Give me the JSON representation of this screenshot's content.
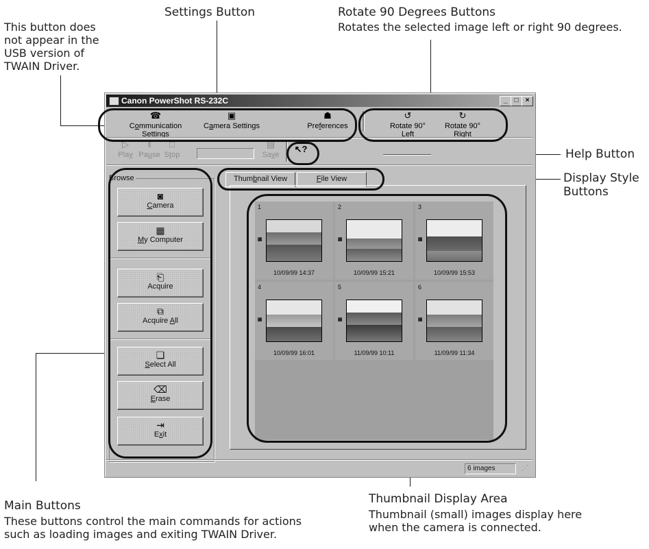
{
  "callouts": {
    "settings": {
      "title": "Settings Button"
    },
    "rotate": {
      "title": "Rotate 90 Degrees Buttons",
      "desc": "Rotates the selected image left or right 90 degrees."
    },
    "usb_note": {
      "lines": [
        "This button does",
        "not appear in the",
        "USB version of",
        "TWAIN Driver."
      ]
    },
    "help": {
      "title": "Help Button"
    },
    "display_style": {
      "lines": [
        "Display Style",
        "Buttons"
      ]
    },
    "main_buttons": {
      "title": "Main Buttons",
      "lines": [
        "These buttons control the main commands for actions",
        "such as loading images and exiting TWAIN Driver."
      ]
    },
    "thumb_area": {
      "title": "Thumbnail Display Area",
      "lines": [
        "Thumbnail (small) images display here",
        "when the camera is connected."
      ]
    }
  },
  "window": {
    "title": "Canon PowerShot RS-232C",
    "toolbar": {
      "comm_pre": "C",
      "comm_u": "o",
      "comm_post": "mmunication Settings",
      "camera_pre": "C",
      "camera_u": "a",
      "camera_post": "mera Settings",
      "pref_pre": "Pre",
      "pref_u": "f",
      "pref_post": "erences",
      "rleft_pre": "Rotate 90° ",
      "rleft_u": "L",
      "rleft_post": "eft",
      "rright_pre": "Rotate 90° ",
      "rright_u": "R",
      "rright_post": "ight"
    },
    "playbar": {
      "play_pre": "Pla",
      "play_u": "y",
      "pause_pre": "Pa",
      "pause_u": "u",
      "pause_post": "se",
      "stop_pre": "S",
      "stop_u": "t",
      "stop_post": "op",
      "save_pre": "Sa",
      "save_u": "v",
      "save_post": "e",
      "help_glyph": "↖?"
    },
    "browse": {
      "label": "Browse",
      "camera_u": "C",
      "camera_post": "amera",
      "mycomputer_u": "M",
      "mycomputer_post": "y Computer",
      "acquire": "Acquire",
      "acquire_all_pre": "Acquire ",
      "acquire_all_u": "A",
      "acquire_all_post": "ll",
      "select_all_u": "S",
      "select_all_post": "elect All",
      "erase_u": "E",
      "erase_post": "rase",
      "exit_pre": "E",
      "exit_u": "x",
      "exit_post": "it"
    },
    "tabs": {
      "thumb_pre": "Thum",
      "thumb_u": "b",
      "thumb_post": "nail View",
      "file_u": "F",
      "file_post": "ile View"
    },
    "thumbnails": [
      {
        "num": "1",
        "date": "10/09/99 14:37"
      },
      {
        "num": "2",
        "date": "10/09/99 15:21"
      },
      {
        "num": "3",
        "date": "10/09/99 15:53"
      },
      {
        "num": "4",
        "date": "10/09/99 16:01"
      },
      {
        "num": "5",
        "date": "11/09/99 10:11"
      },
      {
        "num": "6",
        "date": "11/09/99 11:34"
      }
    ],
    "status": "6 images"
  }
}
